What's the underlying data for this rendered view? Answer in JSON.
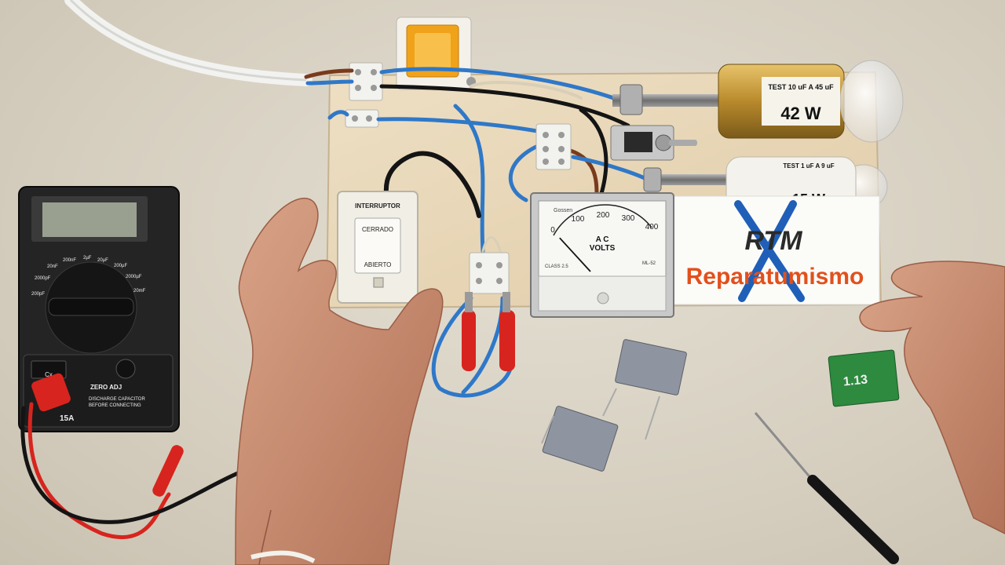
{
  "switch": {
    "title": "INTERRUPTOR",
    "on_label": "CERRADO",
    "off_label": "ABIERTO"
  },
  "meter": {
    "brand": "Gossen",
    "ticks": [
      "0",
      "100",
      "200",
      "300",
      "400"
    ],
    "label_line1": "A C",
    "label_line2": "VOLTS",
    "class_label": "CLASS 2.5",
    "model": "ML-52",
    "needle_value": 30
  },
  "bulb_top": {
    "spec": "TEST 10 uF A 45 uF",
    "watts": "42 W"
  },
  "bulb_bottom": {
    "spec": "TEST 1 uF A 9 uF",
    "watts": "15 W"
  },
  "logo": {
    "initials": "RTM",
    "name": "Reparatumismo"
  },
  "multimeter": {
    "ranges": [
      "200pF",
      "2000pF",
      "20nF",
      "200nF",
      "2µF",
      "20µF",
      "200µF",
      "2000µF",
      "20mF"
    ],
    "cx_label": "Cx",
    "zero_adj": "ZERO ADJ",
    "warning_line1": "DISCHARGE CAPACITOR",
    "warning_line2": "BEFORE CONNECTING",
    "fuse": "15A"
  },
  "green_capacitor": {
    "marking": "1.13"
  },
  "colors": {
    "background": "#d8d2c4",
    "board": "#e8d8bc",
    "wire_blue": "#2f78c8",
    "wire_brown": "#7a3a1c",
    "wire_black": "#141414",
    "clip_red": "#d8241e",
    "brass": "#c89a3a",
    "logo_orange": "#e2501c",
    "skin": "#c98c70"
  }
}
